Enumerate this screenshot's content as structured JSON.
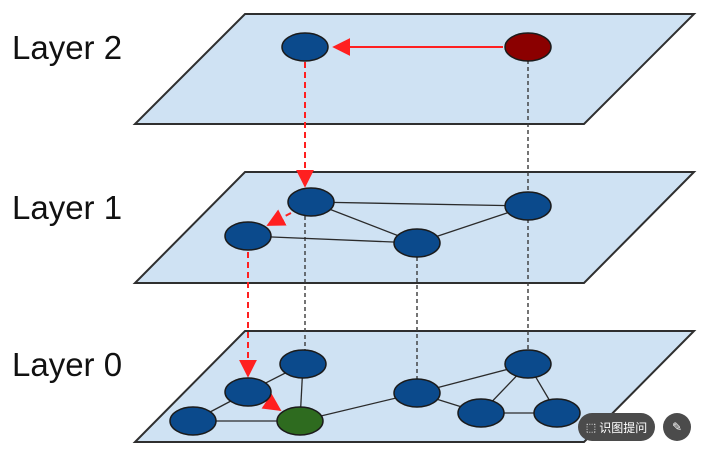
{
  "layers": [
    {
      "id": "layer2",
      "label": "Layer 2"
    },
    {
      "id": "layer1",
      "label": "Layer 1"
    },
    {
      "id": "layer0",
      "label": "Layer 0"
    }
  ],
  "colors": {
    "plane_fill": "#cfe2f3",
    "node_blue": "#0b4a8c",
    "entry_node_red": "#8b0000",
    "target_node_green": "#2e6b1f",
    "search_path_red": "#ff2020"
  },
  "overlay": {
    "ocr_button_label": "识图提问",
    "ocr_icon": "scan-icon",
    "edit_icon": "edit-icon"
  }
}
